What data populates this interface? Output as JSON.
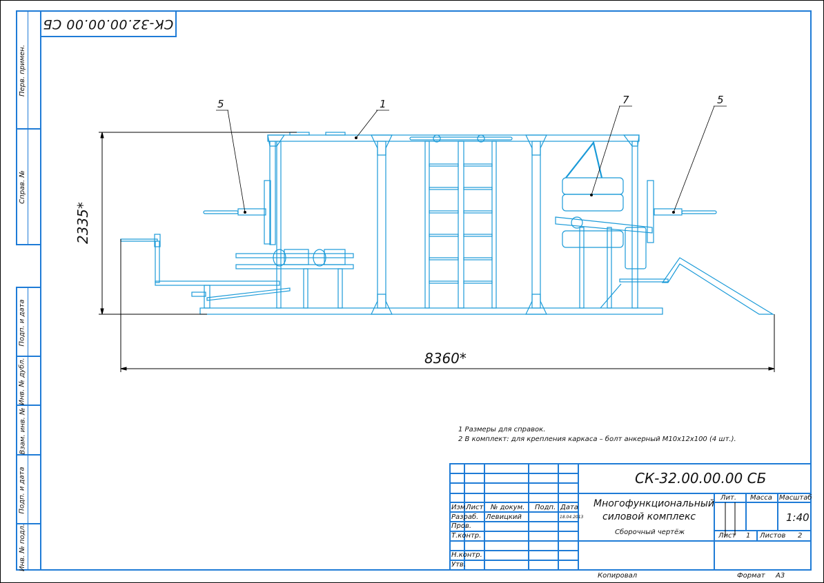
{
  "colors": {
    "frame": "#1e7bd6",
    "drawing": "#1a9ad8",
    "dimension": "#000000"
  },
  "document": {
    "designation": "СК-32.00.00.00 СБ",
    "designation_rotated": "СК-32.00.00.00 СБ",
    "title_line1": "Многофункциональный",
    "title_line2": "силовой комплекс",
    "subtitle": "Сборочный чертёж",
    "scale": "1:40",
    "sheet": "1",
    "sheets": "2",
    "format": "А3",
    "copied_label": "Копировал",
    "format_label": "Формат"
  },
  "title_block": {
    "headers": {
      "change": "Изм.",
      "sheet": "Лист",
      "doc_no": "№ докум.",
      "sign": "Подп.",
      "date": "Дата"
    },
    "roles": [
      {
        "role": "Разраб.",
        "name": "Левицкий",
        "date": "18.04.2013"
      },
      {
        "role": "Пров.",
        "name": "",
        "date": ""
      },
      {
        "role": "Т.контр.",
        "name": "",
        "date": ""
      },
      {
        "role": "",
        "name": "",
        "date": ""
      },
      {
        "role": "Н.контр.",
        "name": "",
        "date": ""
      },
      {
        "role": "Утв.",
        "name": "",
        "date": ""
      }
    ],
    "lit_label": "Лит.",
    "mass_label": "Масса",
    "scale_label": "Масштаб",
    "sheet_label": "Лист",
    "sheets_label": "Листов"
  },
  "side_strip": {
    "top": [
      "Перв. примен.",
      "Справ. №"
    ],
    "bottom": [
      "Подп. и дата",
      "Инв. № дубл.",
      "Взам. инв. №",
      "Подп. и дата",
      "Инв. № подл."
    ]
  },
  "dimensions": {
    "height": "2335*",
    "length": "8360*"
  },
  "position_labels": [
    "5",
    "1",
    "7",
    "5"
  ],
  "notes": [
    "1  Размеры для справок.",
    "2  В комплект: для крепления каркаса – болт анкерный М10х12х100 (4 шт.)."
  ]
}
